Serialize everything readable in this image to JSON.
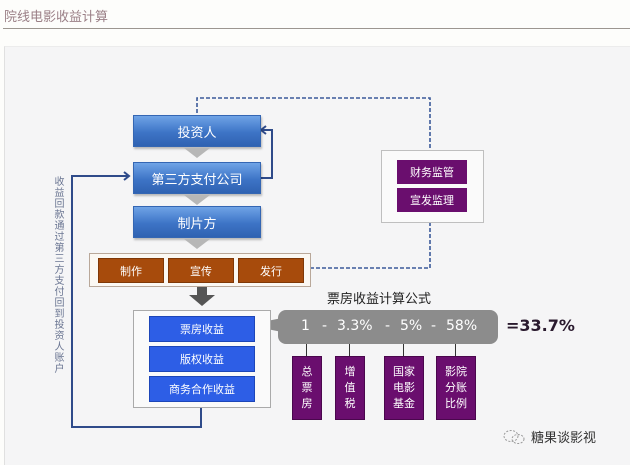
{
  "page": {
    "title": "院线电影收益计算"
  },
  "flow": {
    "nodes": {
      "investor": "投资人",
      "third_party_payment": "第三方支付公司",
      "producer": "制片方"
    },
    "stages": [
      "制作",
      "宣传",
      "发行"
    ],
    "revenues": [
      "票房收益",
      "版权收益",
      "商务合作收益"
    ],
    "regulators": [
      "财务监管",
      "宣发监理"
    ],
    "side_note": "收益回款通过第三方支付回到投资人账户"
  },
  "formula": {
    "title": "票房收益计算公式",
    "terms": [
      "1",
      "-",
      "3.3%",
      "-",
      "5%",
      "-",
      "58%"
    ],
    "result": "=33.7%",
    "labels": [
      "总票房",
      "增值税",
      "国家电影基金",
      "影院分账比例"
    ]
  },
  "colors": {
    "blue_node": "#3d74c6",
    "brown_stage": "#a74b0c",
    "revenue_blue": "#2d5ee6",
    "purple": "#6a0e6e",
    "formula_bar": "#8c8c8c",
    "connector": "#3b5a9a"
  },
  "watermark": {
    "icon": "wechat-icon",
    "text": "糖果谈影视"
  }
}
